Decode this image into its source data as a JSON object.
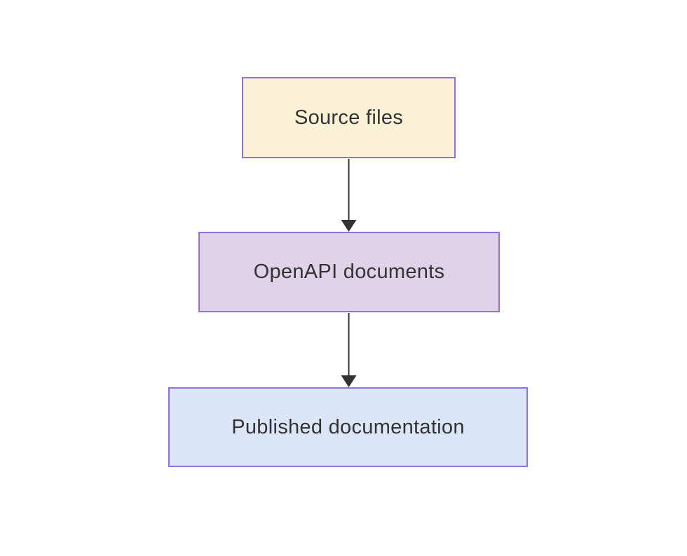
{
  "diagram": {
    "type": "flowchart",
    "direction": "top-down",
    "background_color": "#ffffff",
    "nodes": [
      {
        "id": "source-files",
        "label": "Source files",
        "fill": "#FAF1D6",
        "border_color": "#9370DB",
        "text_color": "#333333"
      },
      {
        "id": "openapi-documents",
        "label": "OpenAPI documents",
        "fill": "#DFD2E9",
        "border_color": "#9370DB",
        "text_color": "#333333"
      },
      {
        "id": "published-documentation",
        "label": "Published documentation",
        "fill": "#DBE6F8",
        "border_color": "#9370DB",
        "text_color": "#333333"
      }
    ],
    "edges": [
      {
        "from": "source-files",
        "to": "openapi-documents",
        "color": "#333333",
        "style": "solid",
        "arrowhead": "filled-triangle"
      },
      {
        "from": "openapi-documents",
        "to": "published-documentation",
        "color": "#333333",
        "style": "solid",
        "arrowhead": "filled-triangle"
      }
    ]
  }
}
